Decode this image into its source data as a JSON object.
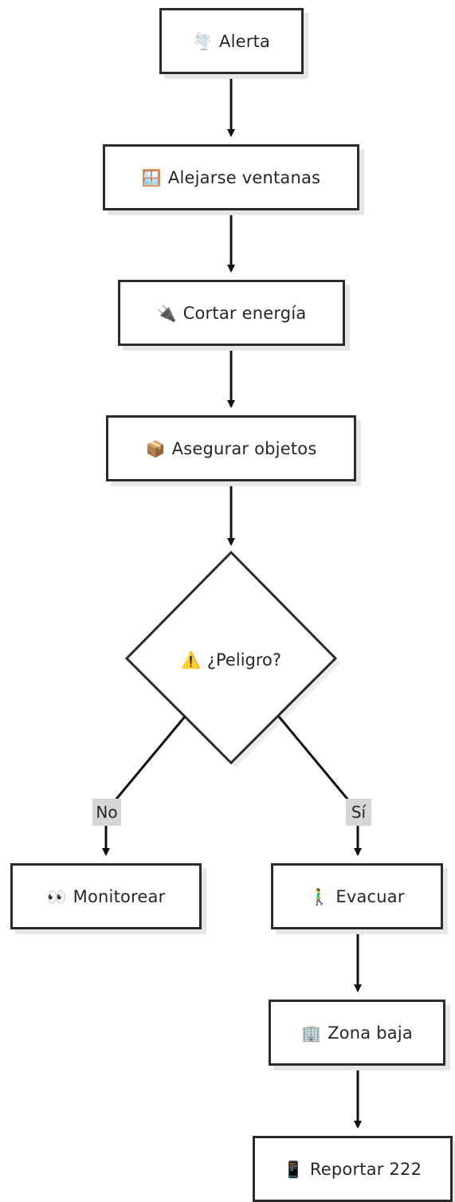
{
  "nodes": {
    "alerta": {
      "icon": "🌪️",
      "icon_name": "tornado-icon",
      "label": "Alerta"
    },
    "ventanas": {
      "icon": "🪟",
      "icon_name": "window-icon",
      "label": "Alejarse ventanas"
    },
    "energia": {
      "icon": "🔌",
      "icon_name": "plug-icon",
      "label": "Cortar energía"
    },
    "objetos": {
      "icon": "📦",
      "icon_name": "package-icon",
      "label": "Asegurar objetos"
    },
    "peligro": {
      "icon": "⚠️",
      "icon_name": "warning-icon",
      "label": "¿Peligro?"
    },
    "monitorear": {
      "icon": "👀",
      "icon_name": "eyes-icon",
      "label": "Monitorear"
    },
    "evacuar": {
      "icon": "🚶‍♂️",
      "icon_name": "walking-man-icon",
      "label": "Evacuar"
    },
    "zona": {
      "icon": "🏢",
      "icon_name": "building-icon",
      "label": "Zona baja"
    },
    "reportar": {
      "icon": "📱",
      "icon_name": "phone-icon",
      "label": "Reportar 222"
    }
  },
  "edges": {
    "no_label": "No",
    "si_label": "Sí"
  },
  "colors": {
    "stroke": "#2b2b2b",
    "shadow": "#e6e6e6",
    "edge_label_bg": "#d6d6d6"
  }
}
